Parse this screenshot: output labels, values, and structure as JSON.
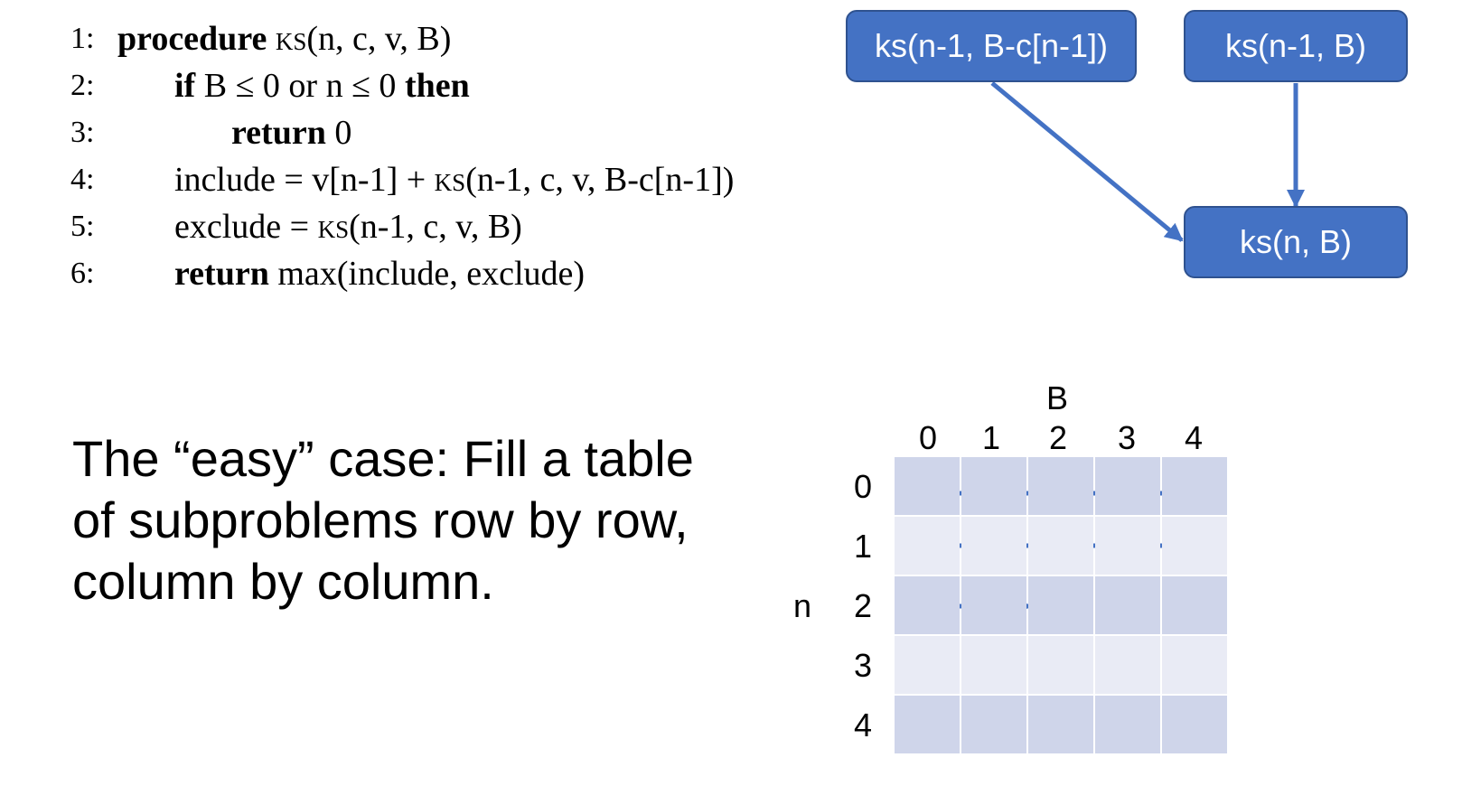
{
  "title_fragment": "",
  "pseudocode": {
    "lines": [
      {
        "num": "1:",
        "parts": [
          {
            "t": "procedure ",
            "s": "kw"
          },
          {
            "t": "ks",
            "s": "sc"
          },
          {
            "t": "(n, c, v, B)",
            "s": ""
          }
        ]
      },
      {
        "num": "2:",
        "parts": [
          {
            "t": "if ",
            "s": "kw"
          },
          {
            "t": "B ≤ 0 or n ≤ 0 ",
            "s": ""
          },
          {
            "t": "then",
            "s": "kw"
          }
        ]
      },
      {
        "num": "3:",
        "parts": [
          {
            "t": "return ",
            "s": "kw"
          },
          {
            "t": "0",
            "s": ""
          }
        ]
      },
      {
        "num": "4:",
        "parts": [
          {
            "t": "include = v[n-1] + ",
            "s": ""
          },
          {
            "t": "ks",
            "s": "sc"
          },
          {
            "t": "(n-1, c, v, B-c[n-1])",
            "s": ""
          }
        ]
      },
      {
        "num": "5:",
        "parts": [
          {
            "t": "exclude = ",
            "s": ""
          },
          {
            "t": "ks",
            "s": "sc"
          },
          {
            "t": "(n-1, c, v, B)",
            "s": ""
          }
        ]
      },
      {
        "num": "6:",
        "parts": [
          {
            "t": "return ",
            "s": "kw"
          },
          {
            "t": "max(include, exclude)",
            "s": ""
          }
        ]
      }
    ]
  },
  "diagram": {
    "node_include": "ks(n-1, B-c[n-1])",
    "node_exclude": "ks(n-1, B)",
    "node_target": "ks(n, B)",
    "node_color": "#4472c4",
    "arrow_color": "#4472c4"
  },
  "caption": {
    "lines": [
      "The “easy” case: Fill a table",
      "of subproblems row by row,",
      "column by column."
    ]
  },
  "table": {
    "col_axis_label": "B",
    "row_axis_label": "n",
    "columns": [
      "0",
      "1",
      "2",
      "3",
      "4"
    ],
    "rows": [
      "0",
      "1",
      "2",
      "3",
      "4"
    ],
    "dark_color": "#cfd5ea",
    "light_color": "#e9ebf5",
    "arrow_color": "#4472c4"
  }
}
